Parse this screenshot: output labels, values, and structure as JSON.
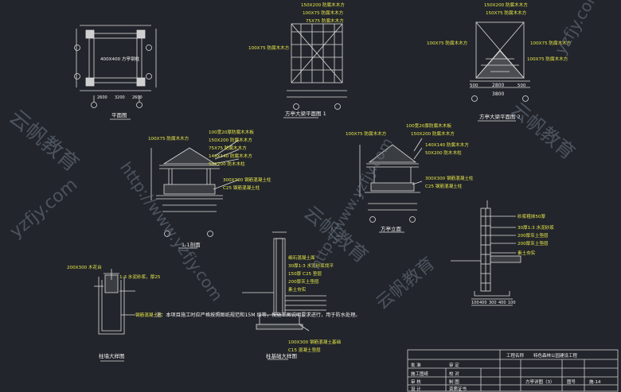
{
  "drawings": {
    "plan": {
      "title": "平面图",
      "label": "400X400 方亭钢柱",
      "dims": [
        "2600",
        "3200",
        "2600"
      ]
    },
    "beam_plan_1": {
      "title": "方亭大梁平面图 1",
      "labels": [
        "150X200 防腐木木方",
        "100X75 防腐木木方",
        "75X75 防腐木木方",
        "100X75 防腐木木方"
      ]
    },
    "beam_plan_2": {
      "title": "方亭大梁平面图 2",
      "labels": [
        "150X200 防腐木木方",
        "150X75 防腐木木方",
        "100X75 防腐木木方",
        "100X75 防腐木木方",
        "100X75 防腐木木方"
      ],
      "dims": [
        "500",
        "2800",
        "500",
        "3800"
      ]
    },
    "section": {
      "title": "1-1剖面",
      "labels": [
        "100宽20厚防腐木木板",
        "100X75 防腐木木方",
        "150X200 防腐木木方",
        "75X75 防腐木木方",
        "140X140 防腐木木方",
        "50X200 防木木柱",
        "300X300 钢筋混凝土柱",
        "C25 钢筋混凝土柱"
      ]
    },
    "elevation": {
      "title": "方亭立面",
      "labels": [
        "100宽20厚防腐木木板",
        "100X75 防腐木木方",
        "150X200 防腐木木方",
        "140X140 防腐木木方",
        "50X200 防木木柱",
        "300X300 钢筋混凝土柱",
        "C25 钢筋混凝土柱"
      ]
    },
    "column_detail": {
      "title": "柱墙大样图",
      "labels": [
        "200X300 木花台",
        "1:3 水泥砂浆，厚25",
        "钢筋混凝土柱"
      ]
    },
    "footing_detail": {
      "title": "柱基础大样图",
      "labels": [
        "细石混凝土面",
        "30厚1:3 水泥砂浆找平",
        "150厚 C25 垫层",
        "200厚灰土垫层",
        "素土夯实",
        "100X300 钢筋混凝土基础",
        "C15 混凝土垫层"
      ]
    },
    "wall_detail": {
      "labels": [
        "砂浆粗抹50厚",
        "30厚1:3 水泥砂浆",
        "200厚灰土垫层",
        "200厚灰土垫层",
        "素土夯实"
      ],
      "dims": [
        "100",
        "400",
        "300",
        "400",
        "100"
      ]
    },
    "note": "注：本项目施工时应严格按照图纸规范和15M 级等，按施工图说明要求进行，用于防水处理。"
  },
  "title_block": {
    "project_label": "工程名称",
    "project_name": "特色森林公园建设工程",
    "drawing_name": "方亭详图（3）",
    "drawing_no_label": "图号",
    "drawing_no": "施-14",
    "rows": [
      "批 准",
      "施工图纸",
      "审 核",
      "设 计",
      "审 定",
      "校 对",
      "制 图",
      "资质证书"
    ]
  },
  "watermarks": [
    "云帆教育",
    "http://www.yzfjy.com",
    "yzfjy.com",
    "云帆教育",
    "http://www.yzfjy.com",
    "云帆教育",
    "yzfjy.com",
    "云帆教育"
  ],
  "colors": {
    "background": "#22252b",
    "line": "#e6e6e6",
    "accent": "#e8e84a"
  }
}
